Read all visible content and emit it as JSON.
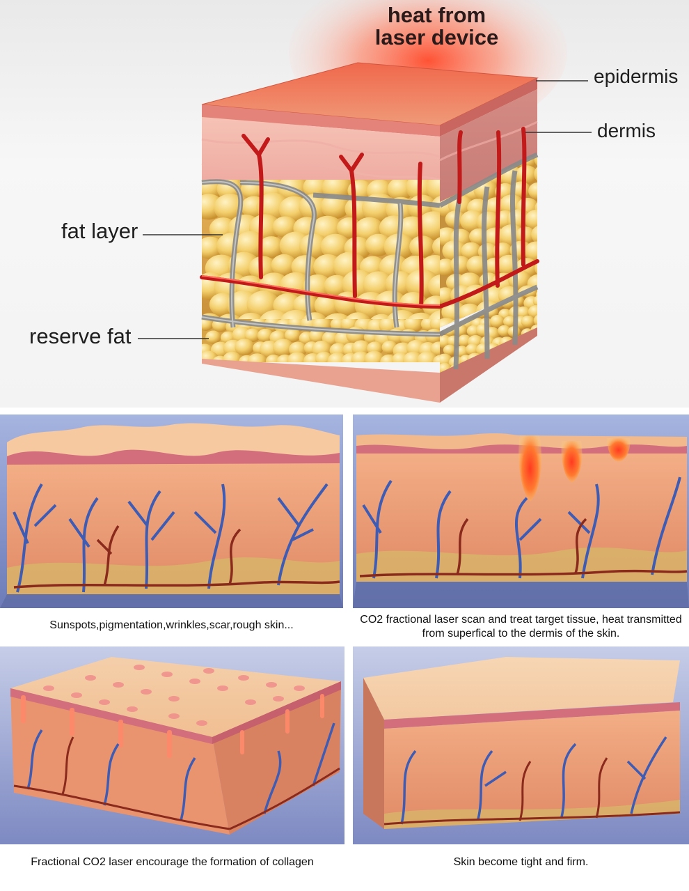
{
  "top_diagram": {
    "heat_label_line1": "heat from",
    "heat_label_line2": "laser device",
    "labels": {
      "epidermis": "epidermis",
      "dermis": "dermis",
      "fat_layer": "fat layer",
      "reserve_fat": "reserve fat"
    }
  },
  "panels": [
    {
      "caption": "Sunspots,pigmentation,wrinkles,scar,rough skin..."
    },
    {
      "caption": "CO2 fractional laser scan and treat target tissue, heat transmitted from superfical to the dermis of the skin."
    },
    {
      "caption": "Fractional CO2 laser encourage the formation of collagen"
    },
    {
      "caption": "Skin become tight and firm."
    }
  ],
  "colors": {
    "skin_surface": "#f0b98a",
    "dermis": "#e89a78",
    "epidermis_band": "#d9707c",
    "vein": "#3f5fb0",
    "artery": "#8a2a1c",
    "fat": "#f2cc6a",
    "heat": "#ff5a3a",
    "background_blue": "#8f9ccc"
  }
}
